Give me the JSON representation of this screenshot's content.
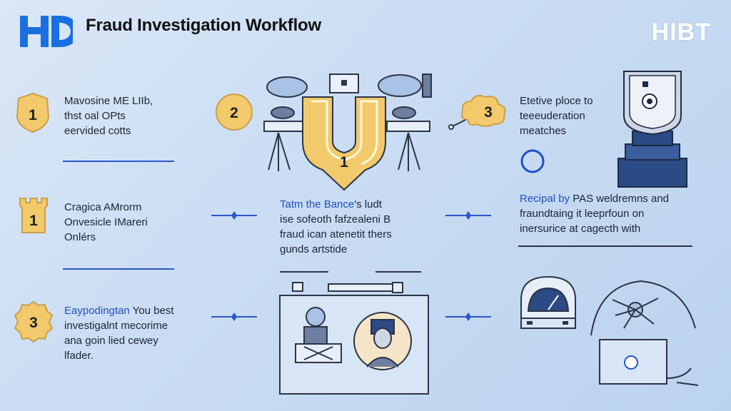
{
  "header": {
    "logo_text": "HD",
    "title": "Fraud Investigation Workflow",
    "brand_right": "HIBT"
  },
  "colors": {
    "accent": "#2c56c8",
    "badge_gold": "#f2c96b",
    "navy": "#2b4a86"
  },
  "steps": [
    {
      "number": "1",
      "line1": "Mavosine ME LIIb,",
      "line2": "thst oal OPts",
      "line3": "eervided cotts"
    },
    {
      "number": "2"
    },
    {
      "number": "3",
      "line1": "Etetive ploce to",
      "line2": "teeeuderation",
      "line3": "meatches"
    },
    {
      "number": "1",
      "line1": "Cragica AMrorm",
      "line2": "Onvesicle IMareri",
      "line3": "Onlérs"
    },
    {
      "number": "3",
      "line1_highlight": "Eaypodingtan",
      "line1_rest": " You best",
      "line2": "investigalnt mecorime",
      "line3": "ana goin lied cewey",
      "line4": "lfader."
    }
  ],
  "center": {
    "shield_number": "1",
    "text_highlight": "Tatm the Bance",
    "text_line1_rest": "'s ludt",
    "text_line2": "ise sofeoth fafzealeni B",
    "text_line3": "fraud ican atenetit thers",
    "text_line4": "gunds artstide"
  },
  "right": {
    "text_highlight": "Recipal by",
    "text_line1_rest": " PAS weldremns and",
    "text_line2": "fraundtaing it leeprfoun on",
    "text_line3": "inersurice at cagecth with"
  }
}
